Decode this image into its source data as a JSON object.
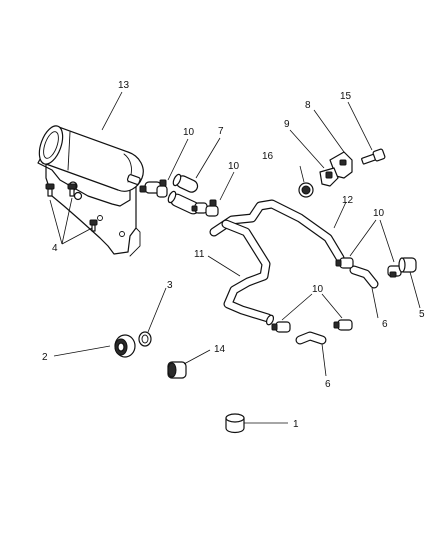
{
  "callouts": {
    "c1": "1",
    "c2": "2",
    "c3": "3",
    "c4": "4",
    "c5": "5",
    "c6a": "6",
    "c6b": "6",
    "c7": "7",
    "c8": "8",
    "c9": "9",
    "c10a": "10",
    "c10b": "10",
    "c10c": "10",
    "c10d": "10",
    "c11": "11",
    "c12": "12",
    "c13": "13",
    "c14": "14",
    "c15": "15",
    "c16": "16"
  }
}
